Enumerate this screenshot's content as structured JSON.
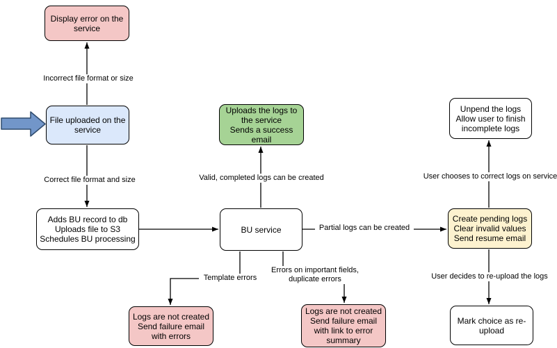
{
  "colors": {
    "canvas-bg": "#ffffff",
    "node-pink": "#f4c7c6",
    "node-blue": "#dbe8fb",
    "node-green": "#a6d395",
    "node-yellow": "#fdf2cf",
    "node-white": "#ffffff",
    "node-stroke": "#000000",
    "edge": "#000000",
    "thick-arrow-fill": "#7296c9",
    "thick-arrow-stroke": "#2f4b6e"
  },
  "diagram": {
    "nodes": [
      {
        "id": "display-error",
        "text": "Display error on the\nservice"
      },
      {
        "id": "file-uploaded",
        "text": "File uploaded on the\nservice"
      },
      {
        "id": "adds-bu-record",
        "text": "Adds BU record to db\nUploads file to S3\nSchedules BU processing"
      },
      {
        "id": "bu-service",
        "text": "BU service"
      },
      {
        "id": "uploads-logs",
        "text": "Uploads the logs to\nthe service\nSends a success\nemail"
      },
      {
        "id": "logs-failure-errors",
        "text": "Logs are not created\nSend failure email\nwith errors"
      },
      {
        "id": "logs-failure-summary",
        "text": "Logs are not created\nSend failure email\nwith link to error\nsummary"
      },
      {
        "id": "create-pending-logs",
        "text": "Create pending logs\nClear invalid values\nSend resume email"
      },
      {
        "id": "unpend-logs",
        "text": "Unpend the logs\nAllow user to finish\nincomplete logs"
      },
      {
        "id": "mark-reupload",
        "text": "Mark choice as re-\nupload"
      }
    ],
    "edge_labels": [
      {
        "id": "incorrect-format",
        "text": "Incorrect file format or size"
      },
      {
        "id": "correct-format",
        "text": "Correct file format and size"
      },
      {
        "id": "valid-logs",
        "text": "Valid, completed logs can be created"
      },
      {
        "id": "partial-logs",
        "text": "Partial logs can be created"
      },
      {
        "id": "template-errors",
        "text": "Template errors"
      },
      {
        "id": "field-errors",
        "text": "Errors on important fields,\nduplicate errors"
      },
      {
        "id": "user-corrects",
        "text": "User chooses to correct logs on service"
      },
      {
        "id": "user-reuploads",
        "text": "User decides to re-upload the logs"
      }
    ]
  }
}
